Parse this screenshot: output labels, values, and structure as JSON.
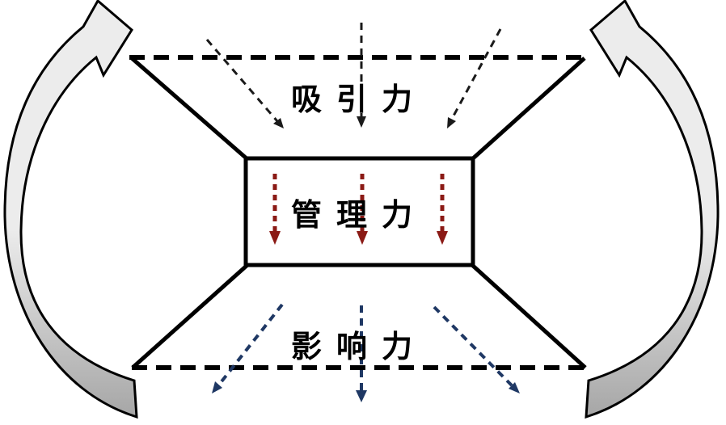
{
  "diagram": {
    "background": "#ffffff",
    "sections": {
      "attraction": {
        "label": "吸引力"
      },
      "management": {
        "label": "管理力"
      },
      "influence": {
        "label": "影响力"
      }
    },
    "colors": {
      "outline": "#000000",
      "attraction_arrows": "#1a1a1a",
      "management_arrows": "#8b1a15",
      "influence_arrows": "#1f3864",
      "cycle_arrow_light": "#ececec",
      "cycle_arrow_dark": "#a6a6a6",
      "cycle_arrow_outline": "#000000"
    }
  }
}
